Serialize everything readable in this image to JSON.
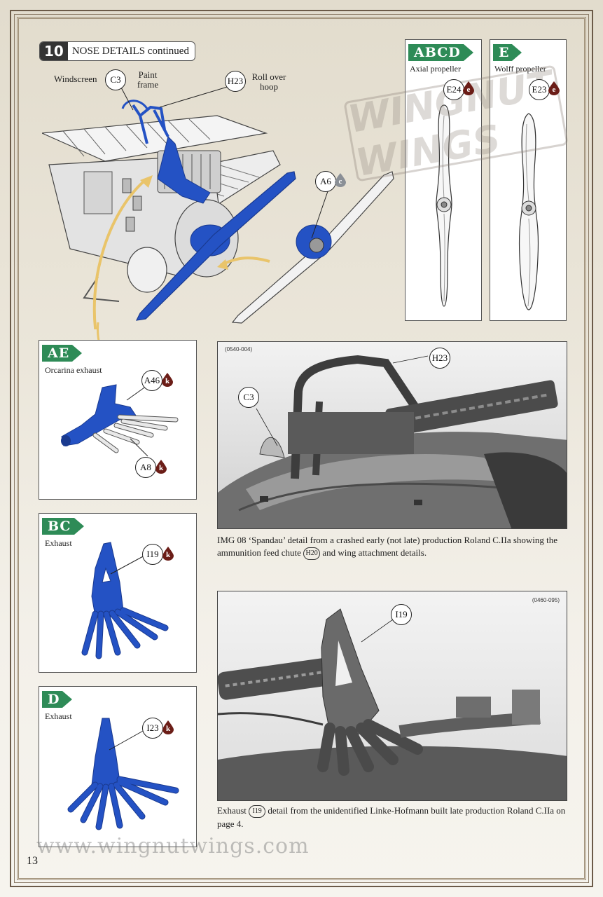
{
  "step": {
    "number": "10",
    "title": "NOSE DETAILS continued"
  },
  "nose_labels": {
    "windscreen": "Windscreen",
    "paint_frame_1": "Paint",
    "paint_frame_2": "frame",
    "roll_over_1": "Roll over",
    "roll_over_2": "hoop"
  },
  "callouts": {
    "c3": "C3",
    "h23": "H23",
    "a6": "A6",
    "e24": "E24",
    "e23": "E23",
    "a46": "A46",
    "a8": "A8",
    "i19": "I19",
    "i23": "I23",
    "photo1_h23": "H23",
    "photo1_c3": "C3",
    "photo2_i19": "I19"
  },
  "paint_codes": {
    "c": "c",
    "e": "e",
    "k": "k"
  },
  "panels": {
    "abcd": {
      "tag": "ABCD",
      "subtitle": "Axial propeller"
    },
    "e": {
      "tag": "E",
      "subtitle": "Wolff propeller"
    },
    "ae": {
      "tag": "AE",
      "subtitle": "Orcarina exhaust"
    },
    "bc": {
      "tag": "BC",
      "subtitle": "Exhaust"
    },
    "d": {
      "tag": "D",
      "subtitle": "Exhaust"
    }
  },
  "photo1": {
    "code": "(0540-004)",
    "caption_a": "IMG 08 ‘Spandau’ detail from a crashed early (not late) production Roland C.IIa showing the ammunition feed chute",
    "caption_ref": "H20",
    "caption_b": "and wing attachment details."
  },
  "photo2": {
    "code": "(0460-095)",
    "caption_a": "Exhaust",
    "caption_ref": "I19",
    "caption_b": "detail from the unidentified Linke-Hofmann built late production Roland C.IIa on page 4."
  },
  "footer": {
    "page_number": "13",
    "url": "www.wingnutwings.com"
  },
  "watermark": "WINGNUT WINGS",
  "colors": {
    "part_blue": "#2452c4",
    "tag_green": "#2e8b57",
    "drop_brown": "#6b1d17",
    "drop_grey": "#8a8f96",
    "arrow_yellow": "#e9c46a"
  }
}
